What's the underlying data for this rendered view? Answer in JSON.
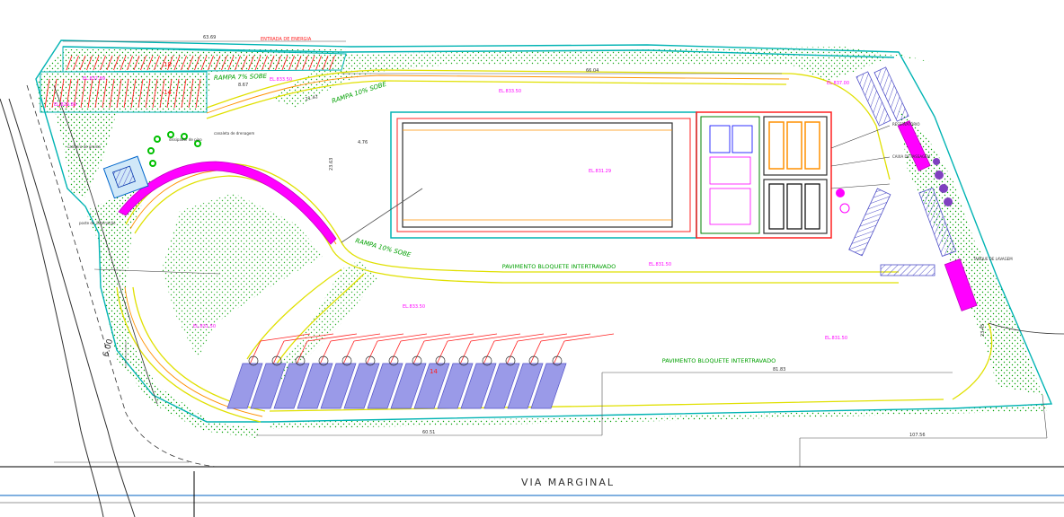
{
  "drawing": {
    "road_label": "VIA MARGINAL",
    "ramp_top": "RAMPA 7% SOBE",
    "ramp_mid": "RAMPA 10% SOBE",
    "ramp_low": "RAMPA 10% SOBE",
    "pavement_1": "PAVIMENTO BLOQUETE INTERTRAVADO",
    "pavement_2": "PAVIMENTO BLOQUETE INTERTRAVADO",
    "entrance_label": "ENTRADA DE ENERGIA",
    "parking_count_top": "18",
    "parking_count_mid": "14",
    "parking_count_bottom": "14"
  },
  "dimensions": {
    "top_width": "63.69",
    "top_span": "66.04",
    "bottom_span": "60.51",
    "right_span": "81.83",
    "road_span": "107.56",
    "left_offset": "6.00",
    "ramp_len": "21.42",
    "ramp_width": "8.67",
    "building_w": "23.63",
    "building_h": "4.76",
    "right_vert": "23.45"
  },
  "elevations": {
    "e1": "EL.837.89",
    "e2": "EL.833.50",
    "e3": "EL.833.50",
    "e4": "EL.831.29",
    "e5": "EL.831.50",
    "e6": "EL.837.00",
    "e7": "EL.833.50",
    "e8": "EL.831.50",
    "e9": "EL.831.50",
    "e10": "EL.829.89"
  },
  "notes": {
    "left_1": "canteiro de grama",
    "left_2": "poste de iluminação",
    "center_1": "dissipador de pino",
    "center_2": "canaleta de drenagem",
    "right_1": "RESERVATÓRIO",
    "right_2": "CAIXA DE PASSAGEM",
    "right_3": "TANQUE DE LAVAGEM"
  },
  "colors": {
    "boundary": "#00b3b3",
    "curb_yellow": "#e0e000",
    "parking_red": "#ff2020",
    "magenta": "#ff00ff",
    "green_hatch": "#00a000",
    "bay_fill": "#9a9ae8",
    "dim_line": "#505050",
    "text_red": "#e00000"
  }
}
